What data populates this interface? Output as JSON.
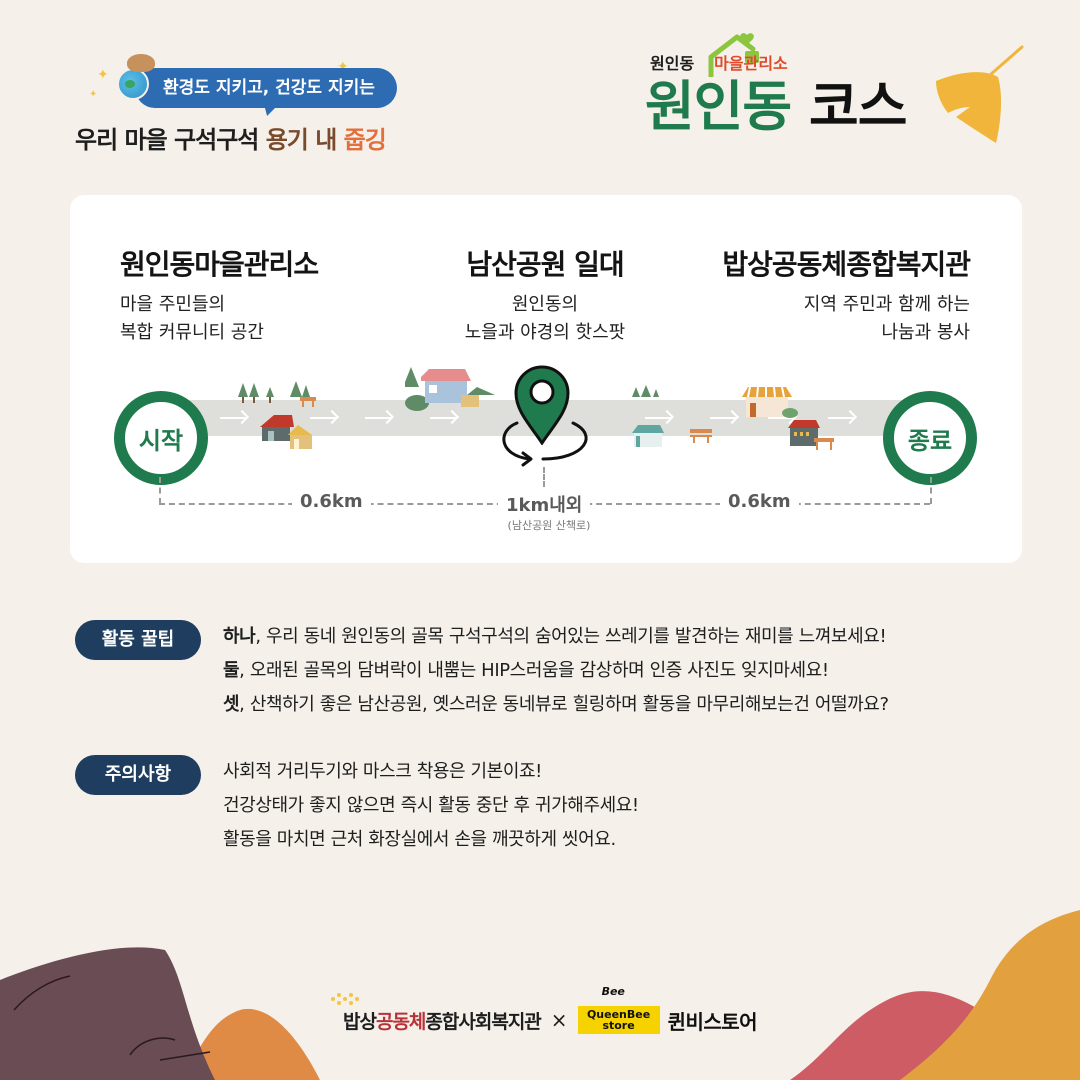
{
  "header_left": {
    "bubble_text": "환경도 지키고, 건강도 지키는",
    "slogan_part1": "우리 마을 구석구석 ",
    "slogan_part2": "용기 내 ",
    "slogan_part3": "줍깅"
  },
  "header_right": {
    "org_prefix": "원인동",
    "org_suffix": "마을관리소",
    "title_green": "원인동",
    "title_black": "코스",
    "colors": {
      "green": "#1f7a4d",
      "leaf": "#f0b53a",
      "red": "#e04a2c"
    }
  },
  "course": {
    "stops": [
      {
        "name": "원인동마을관리소",
        "desc_line1": "마을 주민들의",
        "desc_line2": "복합 커뮤니티 공간"
      },
      {
        "name": "남산공원 일대",
        "desc_line1": "원인동의",
        "desc_line2": "노을과 야경의 핫스팟"
      },
      {
        "name": "밥상공동체종합복지관",
        "desc_line1": "지역 주민과 함께 하는",
        "desc_line2": "나눔과 봉사"
      }
    ],
    "start_label": "시작",
    "end_label": "종료",
    "distances": [
      {
        "label": "0.6km"
      },
      {
        "label": "1km내외",
        "note": "(남산공원 산책로)"
      },
      {
        "label": "0.6km"
      }
    ]
  },
  "tips": {
    "badge": "활동 꿀팁",
    "items": [
      {
        "lead": "하나",
        "text": ", 우리 동네 원인동의 골목 구석구석의 숨어있는 쓰레기를 발견하는 재미를 느껴보세요!"
      },
      {
        "lead": "둘",
        "text": ", 오래된 골목의 담벼락이 내뿜는 HIP스러움을 감상하며 인증 사진도 잊지마세요!"
      },
      {
        "lead": "셋",
        "text": ", 산책하기 좋은 남산공원, 옛스러운 동네뷰로 힐링하며 활동을 마무리해보는건 어떨까요?"
      }
    ]
  },
  "notes": {
    "badge": "주의사항",
    "items": [
      "사회적 거리두기와 마스크 착용은 기본이죠!",
      "건강상태가 좋지 않으면 즉시 활동 중단 후 귀가해주세요!",
      "활동을 마치면 근처 화장실에서 손을 깨끗하게 씻어요."
    ]
  },
  "footer": {
    "partner1_a": "밥상",
    "partner1_b": "공동체",
    "partner1_c": "종합사회복지관",
    "separator": "×",
    "qb_bee": "Bee",
    "qb_line1": "QueenBee",
    "qb_line2": "store",
    "partner2": "퀸비스토어"
  }
}
